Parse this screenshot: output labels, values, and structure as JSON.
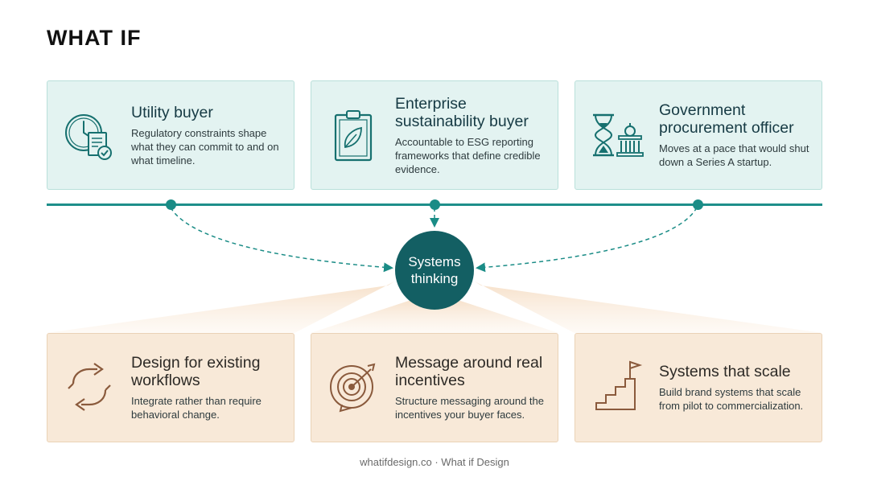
{
  "brand": {
    "logo_text": "WHAT IF"
  },
  "top_cards": [
    {
      "title": "Utility buyer",
      "desc": "Regulatory constraints shape what they can commit to and on what timeline.",
      "icon": "clock-document-check-icon"
    },
    {
      "title": "Enterprise sustainability buyer",
      "desc": "Accountable to ESG reporting frameworks that define credible evidence.",
      "icon": "clipboard-leaf-icon"
    },
    {
      "title": "Government procurement officer",
      "desc": "Moves at a pace that would shut down a Series A startup.",
      "icon": "hourglass-capitol-icon"
    }
  ],
  "hub": {
    "label": "Systems thinking"
  },
  "bottom_cards": [
    {
      "title": "Design for existing workflows",
      "desc": "Integrate rather than require behavioral change.",
      "icon": "cycle-arrows-icon"
    },
    {
      "title": "Message around real incentives",
      "desc": "Structure messaging around the incentives your buyer faces.",
      "icon": "target-speech-icon"
    },
    {
      "title": "Systems that scale",
      "desc": "Build brand systems that scale from pilot to commercialization.",
      "icon": "stairs-flag-icon"
    }
  ],
  "footer": {
    "text": "whatifdesign.co · What if Design"
  },
  "colors": {
    "teal_dark": "#135f63",
    "teal": "#1e8f8a",
    "top_card_bg": "#e3f3f1",
    "bottom_card_bg": "#f8e9d8",
    "icon_brown": "#8a5a3c"
  }
}
